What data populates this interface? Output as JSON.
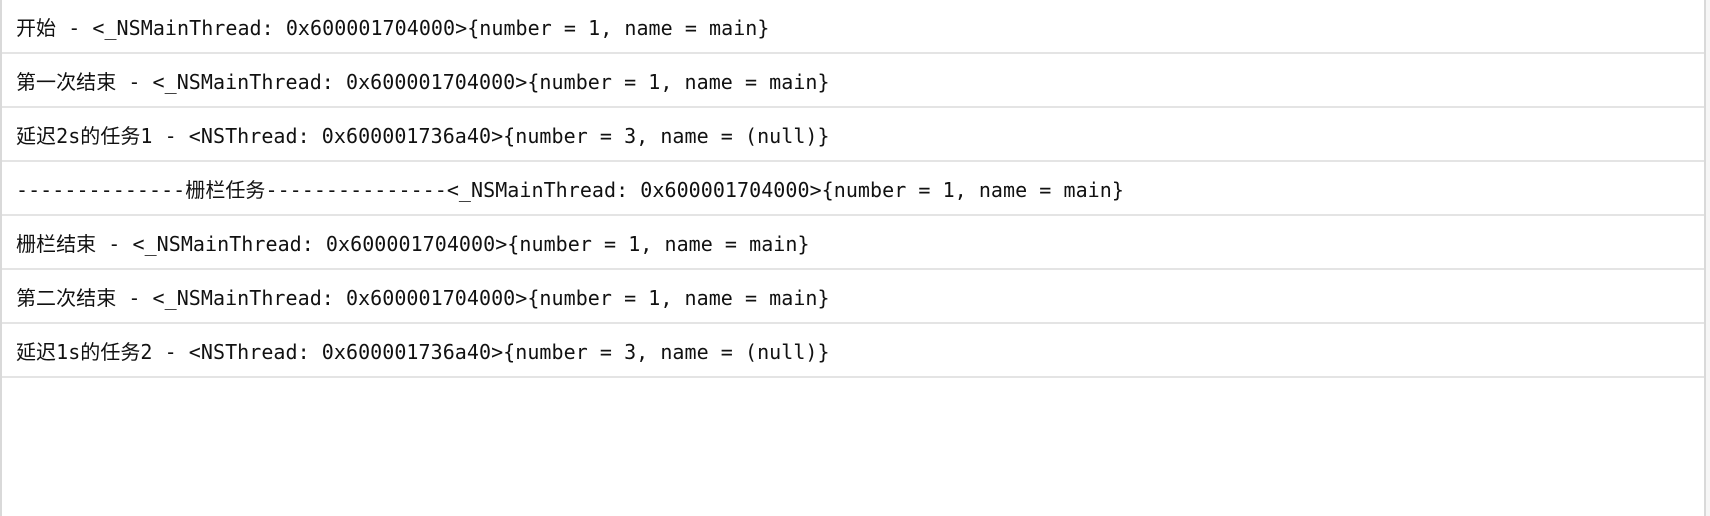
{
  "console": {
    "lines": [
      "开始 - <_NSMainThread: 0x600001704000>{number = 1, name = main}",
      "第一次结束 - <_NSMainThread: 0x600001704000>{number = 1, name = main}",
      "延迟2s的任务1 - <NSThread: 0x600001736a40>{number = 3, name = (null)}",
      "--------------栅栏任务---------------<_NSMainThread: 0x600001704000>{number = 1, name = main}",
      "栅栏结束 - <_NSMainThread: 0x600001704000>{number = 1, name = main}",
      "第二次结束 - <_NSMainThread: 0x600001704000>{number = 1, name = main}",
      "延迟1s的任务2 - <NSThread: 0x600001736a40>{number = 3, name = (null)}"
    ]
  }
}
